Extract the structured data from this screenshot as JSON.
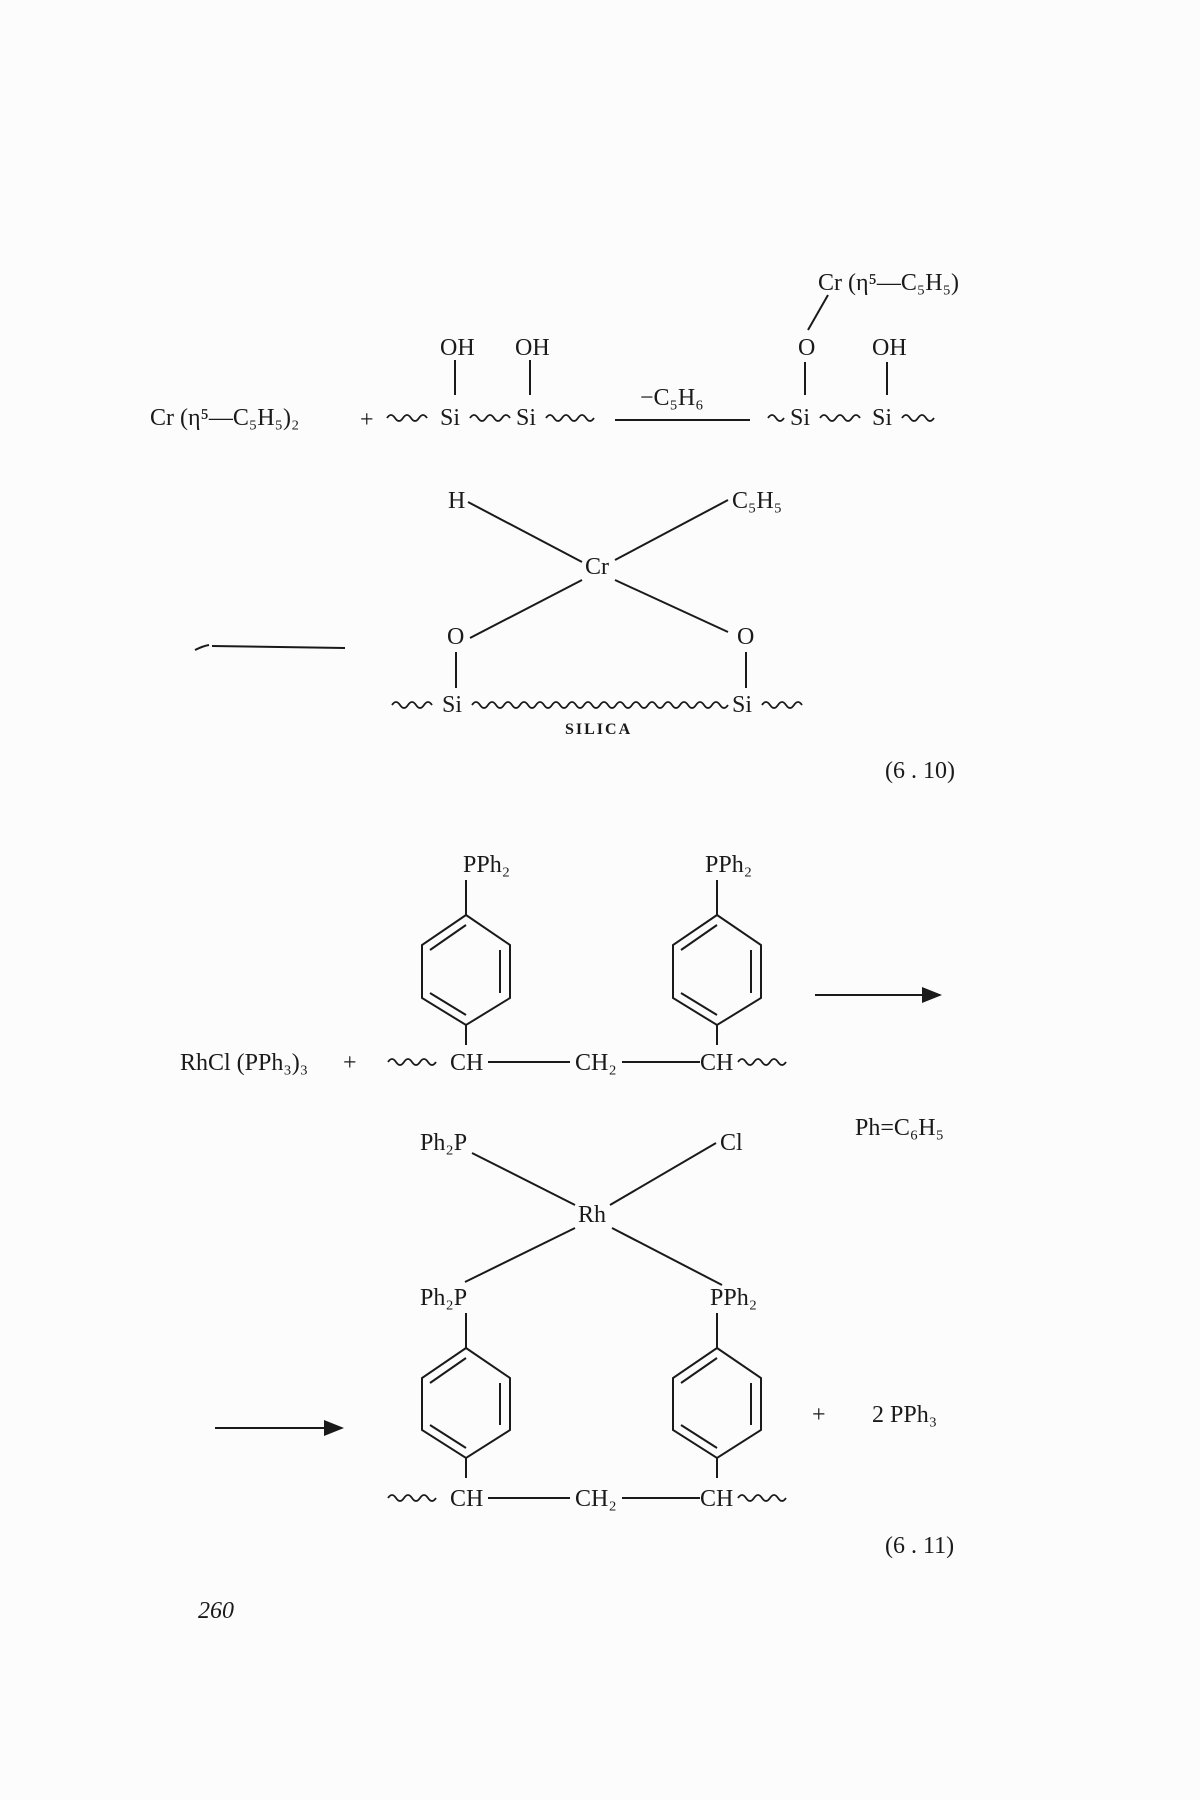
{
  "eq1": {
    "reactant_cr": "Cr (η⁵—C₅H₅)₂",
    "plus": "+",
    "oh1": "OH",
    "oh2": "OH",
    "si1": "Si",
    "si2": "Si",
    "byproduct": "−C₅H₆",
    "prod_cr": "Cr (η⁵—C₅H₅)",
    "prod_o": "O",
    "prod_oh": "OH",
    "prod_si1": "Si",
    "prod_si2": "Si",
    "h": "H",
    "c5h5": "C₅H₅",
    "cr_center": "Cr",
    "o_left": "O",
    "o_right": "O",
    "si_left": "Si",
    "si_right": "Si",
    "support": "SILICA",
    "number": "(6 . 10)"
  },
  "eq2": {
    "reactant_rh": "RhCl (PPh₃)₃",
    "plus": "+",
    "pph2_left": "PPh₂",
    "pph2_right": "PPh₂",
    "ch_left": "CH",
    "ch2": "CH₂",
    "ch_right": "CH",
    "ph_def": "Ph=C₆H₅",
    "ph2p_top": "Ph₂P",
    "cl": "Cl",
    "rh_center": "Rh",
    "ph2p_bottom_left": "Ph₂P",
    "pph2_bottom_right": "PPh₂",
    "plus2": "+",
    "byproduct": "2 PPh₃",
    "ch_left2": "CH",
    "ch2_2": "CH₂",
    "ch_right2": "CH",
    "number": "(6 . 11)"
  },
  "page_number": "260"
}
